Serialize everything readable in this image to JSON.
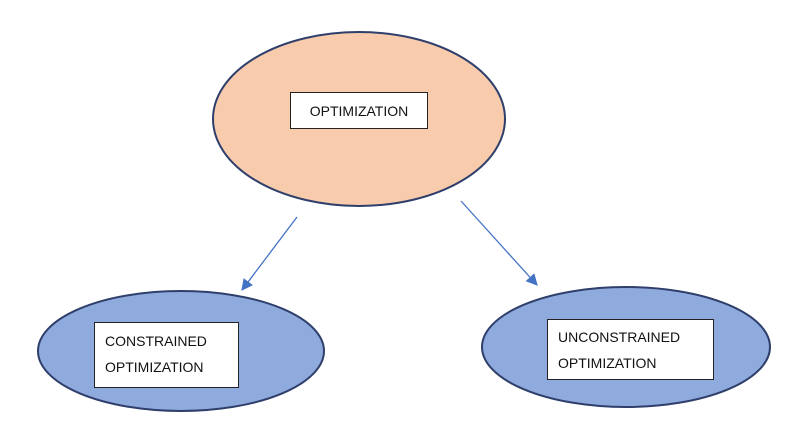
{
  "diagram": {
    "root": {
      "label": "OPTIMIZATION",
      "fill": "#f8cbad",
      "stroke": "#2f3f6b"
    },
    "children": [
      {
        "line1": "CONSTRAINED",
        "line2": "OPTIMIZATION",
        "fill": "#8faadc",
        "stroke": "#2f3f6b"
      },
      {
        "line1": "UNCONSTRAINED",
        "line2": "OPTIMIZATION",
        "fill": "#8faadc",
        "stroke": "#2f3f6b"
      }
    ],
    "arrow_color": "#4472c4"
  }
}
